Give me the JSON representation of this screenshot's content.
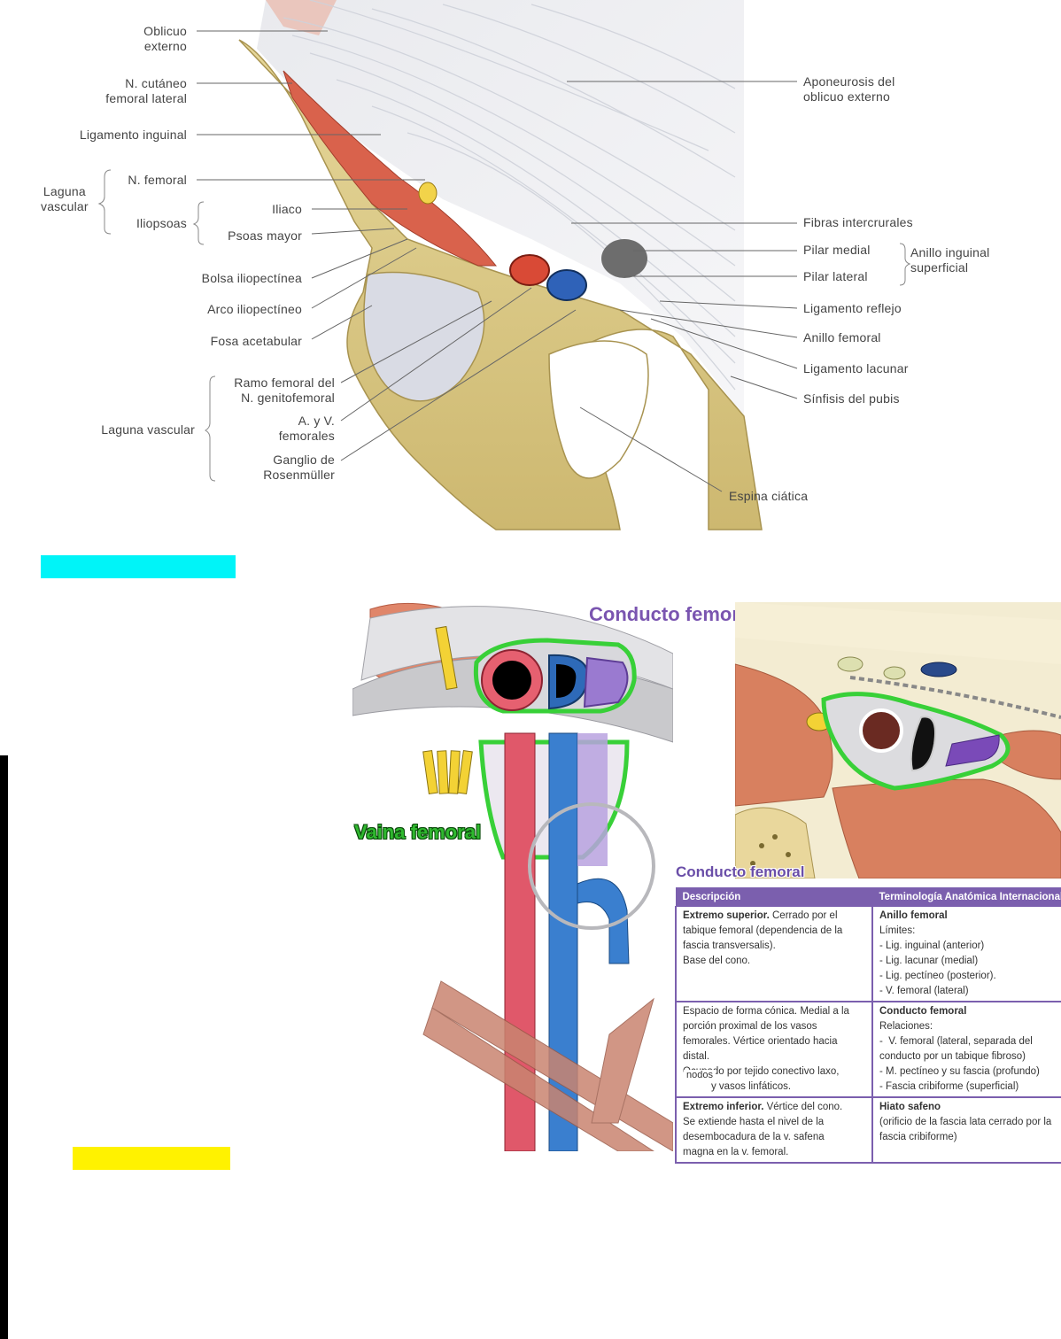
{
  "top_figure": {
    "labels_left": {
      "oblicuo_externo": "Oblicuo\nexterno",
      "n_cutaneo": "N. cutáneo\nfemoral lateral",
      "ligamento_inguinal": "Ligamento inguinal",
      "laguna_vascular_group": "Laguna\nvascular",
      "n_femoral": "N. femoral",
      "iliopsoas": "Iliopsoas",
      "iliaco": "Iliaco",
      "psoas_mayor": "Psoas mayor",
      "bolsa": "Bolsa iliopectínea",
      "arco": "Arco iliopectíneo",
      "fosa": "Fosa acetabular",
      "ramo": "Ramo femoral del\nN. genitofemoral",
      "laguna_vascular_lower": "Laguna vascular",
      "ayv": "A. y V.\nfemorales",
      "ganglio": "Ganglio de\nRosenmüller"
    },
    "labels_right": {
      "aponeurosis": "Aponeurosis del\noblicuo externo",
      "fibras": "Fibras intercrurales",
      "pilar_medial": "Pilar medial",
      "pilar_lateral": "Pilar lateral",
      "anillo_sup": "Anillo inguinal\nsuperficial",
      "lig_reflejo": "Ligamento reflejo",
      "anillo_femoral": "Anillo femoral",
      "lig_lacunar": "Ligamento lacunar",
      "sinfisis": "Sínfisis del pubis",
      "espina": "Espina ciática"
    }
  },
  "highlights": {
    "cyan": "#00f4f8",
    "yellow": "#fff200"
  },
  "bottom_figure": {
    "conducto_femoral_title": "Conducto femoral",
    "vaina_femoral_title": "Vaina femoral",
    "table_title": "Conducto femoral",
    "nodos_label": "nodos",
    "table": {
      "headers": [
        "Descripción",
        "Terminología Anatómica Internacional"
      ],
      "rows": [
        {
          "desc": "Extremo superior. Cerrado por el\ntabique femoral (dependencia de la\nfascia transversalis).\nBase del cono.",
          "desc_bold": "Extremo superior.",
          "term": "Anillo femoral\nLímites:\n- Lig. inguinal (anterior)\n- Lig. lacunar (medial)\n- Lig. pectíneo (posterior).\n- V. femoral (lateral)",
          "term_bold": "Anillo femoral"
        },
        {
          "desc": "Espacio de forma cónica. Medial a la\nporción proximal de los vasos\nfemorales. Vértice orientado hacia\ndistal.\nOcupado por tejido conectivo laxo,\n          y vasos linfáticos.",
          "desc_bold": "",
          "term": "Conducto femoral\nRelaciones:\n-  V. femoral (lateral, separada del\nconducto por un tabique fibroso)\n- M. pectíneo y su fascia (profundo)\n- Fascia cribiforme (superficial)",
          "term_bold": "Conducto femoral"
        },
        {
          "desc": "Extremo inferior. Vértice del cono.\nSe extiende hasta el nivel de la\ndesembocadura de la v. safena\nmagna en la v. femoral.",
          "desc_bold": "Extremo inferior.",
          "term": "Hiato safeno\n(orificio de la fascia lata cerrado por la\nfascia cribiforme)",
          "term_bold": "Hiato safeno"
        }
      ]
    }
  }
}
